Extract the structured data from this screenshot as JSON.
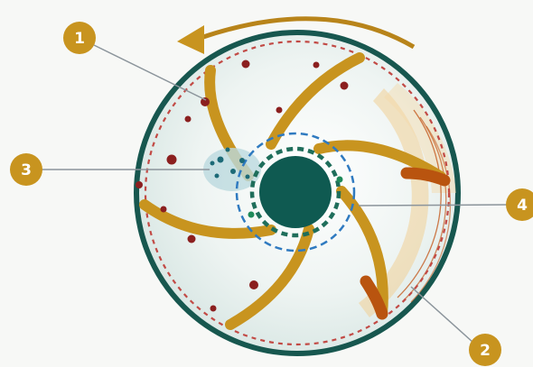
{
  "diagram": {
    "callouts": [
      {
        "id": "callout-1",
        "label": "1"
      },
      {
        "id": "callout-2",
        "label": "2"
      },
      {
        "id": "callout-3",
        "label": "3"
      },
      {
        "id": "callout-4",
        "label": "4"
      }
    ],
    "colors": {
      "background": "#f7f8f6",
      "rim": "#17574f",
      "core": "#0f5a51",
      "arm": "#c8941f",
      "arm_hot": "#b9540f",
      "dashed_ring_red": "#c24a45",
      "inner_ring_green": "#1f6e5b",
      "inner_ring_blue": "#2f7ac0",
      "particle_red": "#8b1f1f",
      "particle_teal": "#1c6a77",
      "callout_badge": "#c8941f",
      "leader_line": "#8b949b",
      "warm_zone": "#f0cf96",
      "rotation_arrow": "#b8841a"
    },
    "rotation": "counter-clockwise",
    "icons": [
      "rotation-arrow-icon"
    ]
  }
}
